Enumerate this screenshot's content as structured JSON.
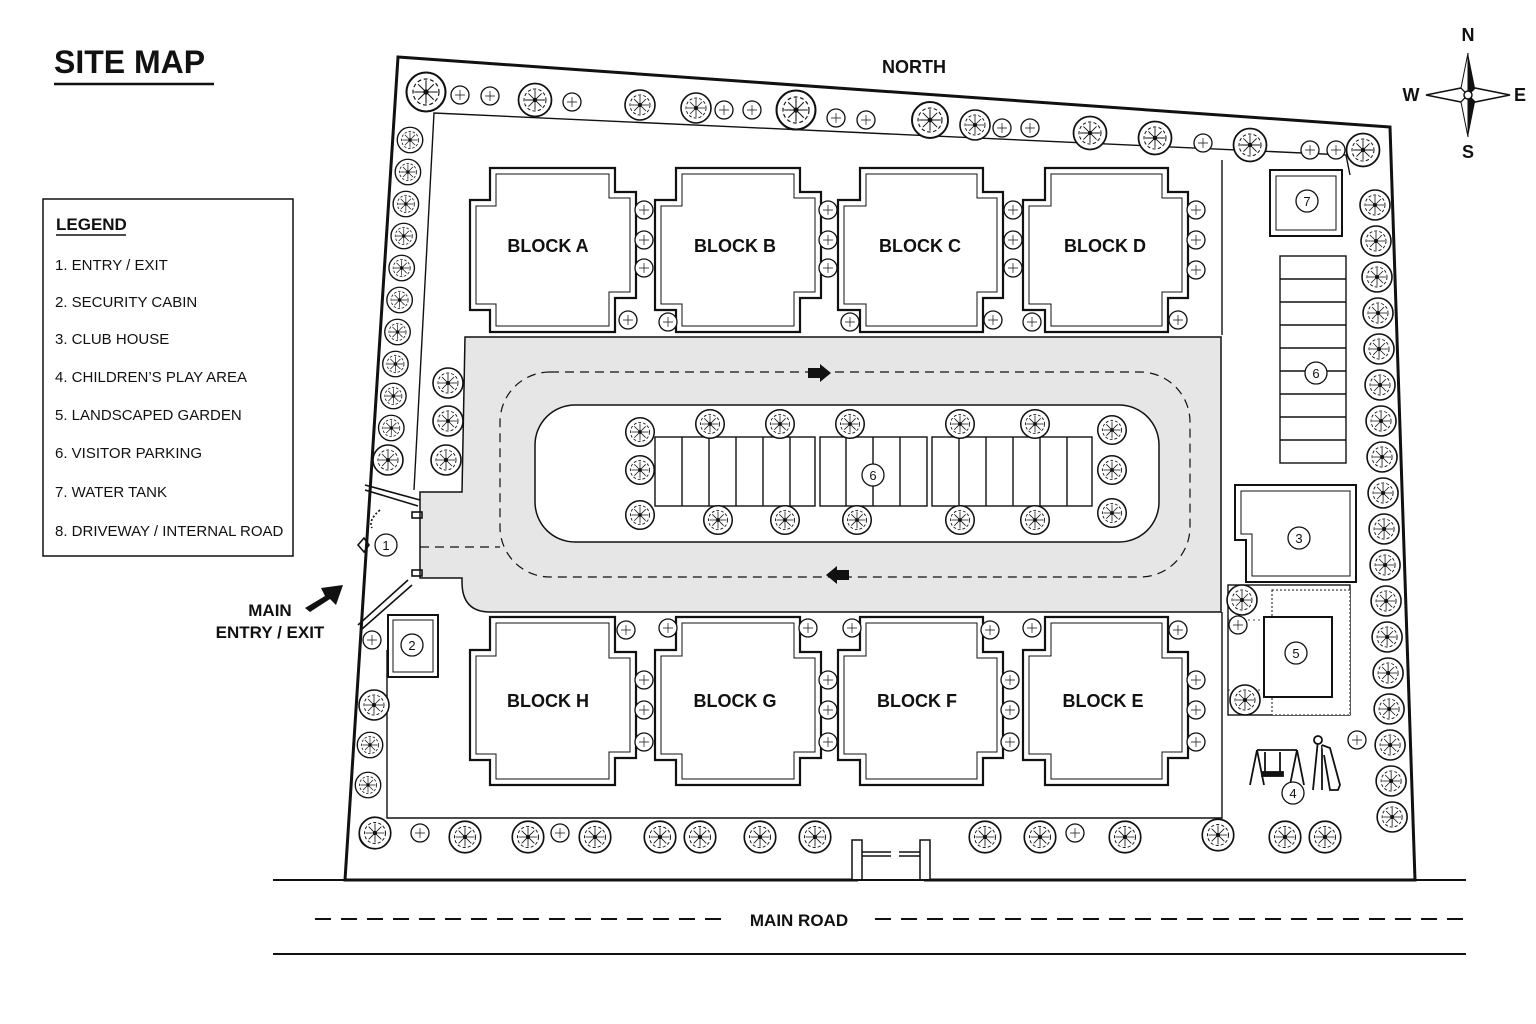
{
  "title": "SITE MAP",
  "north_label": "NORTH",
  "compass": {
    "n": "N",
    "s": "S",
    "e": "E",
    "w": "W"
  },
  "legend": {
    "heading": "LEGEND",
    "items": [
      "1.  ENTRY / EXIT",
      "2.  SECURITY CABIN",
      "3.  CLUB HOUSE",
      "4.  CHILDREN’S PLAY AREA",
      "5.  LANDSCAPED GARDEN",
      "6.  VISITOR PARKING",
      "7.  WATER TANK",
      "8.  DRIVEWAY / INTERNAL ROAD"
    ]
  },
  "entry": {
    "line1": "MAIN",
    "line2": "ENTRY / EXIT"
  },
  "main_road": "MAIN ROAD",
  "blocks": {
    "a": "BLOCK A",
    "b": "BLOCK B",
    "c": "BLOCK C",
    "d": "BLOCK D",
    "e": "BLOCK E",
    "f": "BLOCK F",
    "g": "BLOCK G",
    "h": "BLOCK H"
  },
  "markers": {
    "m1": "1",
    "m2": "2",
    "m3": "3",
    "m4": "4",
    "m5": "5",
    "m6a": "6",
    "m6b": "6",
    "m7": "7"
  },
  "colors": {
    "ink": "#111111",
    "road": "#e6e6e6",
    "paper": "#ffffff"
  },
  "icons": {
    "tree": "tree-icon",
    "arrow": "direction-arrow-icon",
    "compass": "compass-rose-icon",
    "swing": "swing-icon",
    "slide": "slide-icon"
  }
}
